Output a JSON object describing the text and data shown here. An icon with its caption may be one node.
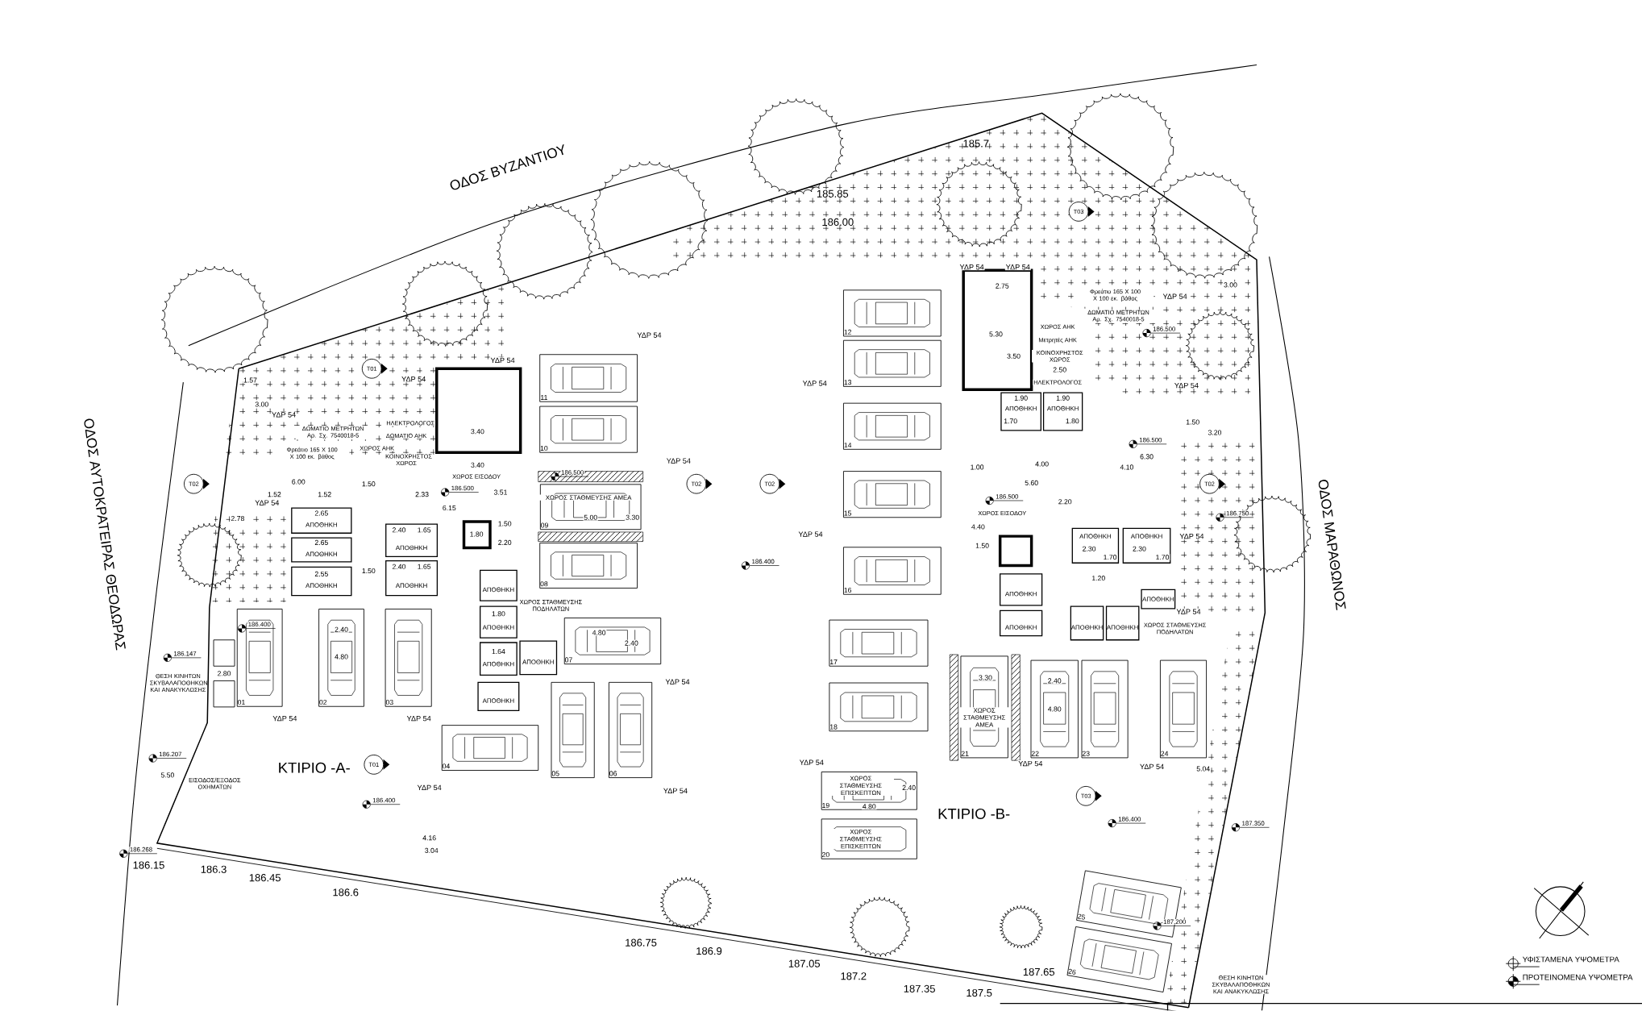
{
  "diagram": {
    "nodes": [
      {
        "text": [
          "11"
        ]
      },
      {
        "text": [
          "10"
        ]
      },
      {
        "text": [
          "ΧΩΡΟΣ ΣΤΑΘΜΕΥΣΗΣ ΑΜΕΑ",
          "09"
        ]
      },
      {
        "text": [
          "08"
        ]
      },
      {
        "text": [
          "07"
        ]
      },
      {
        "text": [
          "01"
        ]
      },
      {
        "text": [
          "02"
        ]
      },
      {
        "text": [
          "03"
        ]
      },
      {
        "text": [
          "04"
        ]
      },
      {
        "text": [
          "05"
        ]
      },
      {
        "text": [
          "06"
        ]
      },
      {
        "text": [
          "ΑΠΟΘΗΚΗ"
        ]
      },
      {
        "text": [
          "ΑΠΟΘΗΚΗ"
        ]
      },
      {
        "text": [
          "ΑΠΟΘΗΚΗ"
        ]
      },
      {
        "text": [
          "ΑΠΟΘΗΚΗ"
        ]
      },
      {
        "text": [
          "ΑΠΟΘΗΚΗ"
        ]
      },
      {
        "text": [
          "ΑΠΟΘΗΚΗ"
        ]
      },
      {
        "text": [
          "ΑΠΟΘΗΚΗ"
        ]
      },
      {
        "text": [
          "ΑΠΟΘΗΚΗ"
        ]
      },
      {
        "text": [
          "ΑΠΟΘΗΚΗ"
        ]
      },
      {
        "text": [
          "ΑΠΟΘΗΚΗ"
        ]
      },
      {
        "text": [
          "12"
        ]
      },
      {
        "text": [
          "13"
        ]
      },
      {
        "text": [
          "14"
        ]
      },
      {
        "text": [
          "15"
        ]
      },
      {
        "text": [
          "16"
        ]
      },
      {
        "text": [
          "17"
        ]
      },
      {
        "text": [
          "18"
        ]
      },
      {
        "text": [
          "ΧΩΡΟΣ ΣΤΑΘΜΕΥΣΗΣ ΕΠΙΣΚΕΠΤΩΝ",
          "19"
        ]
      },
      {
        "text": [
          "ΧΩΡΟΣ ΣΤΑΘΜΕΥΣΗΣ ΕΠΙΣΚΕΠΤΩΝ",
          "20"
        ]
      },
      {
        "text": [
          "ΧΩΡΟΣ ΣΤΑΘΜΕΥΣΗΣ ΑΜΕΑ",
          "21"
        ]
      },
      {
        "text": [
          "22"
        ]
      },
      {
        "text": [
          "23"
        ]
      },
      {
        "text": [
          "24"
        ]
      },
      {
        "text": [
          "25"
        ]
      },
      {
        "text": [
          "26"
        ]
      },
      {
        "text": [
          "ΑΠΟΘΗΚΗ"
        ]
      },
      {
        "text": [
          "ΑΠΟΘΗΚΗ"
        ]
      },
      {
        "text": [
          "ΑΠΟΘΗΚΗ"
        ]
      },
      {
        "text": [
          "ΑΠΟΘΗΚΗ"
        ]
      },
      {
        "text": [
          "ΑΠΟΘΗΚΗ"
        ]
      },
      {
        "text": [
          "ΑΠΟΘΗΚΗ"
        ]
      },
      {
        "text": [
          "ΑΠΟΘΗΚΗ"
        ]
      },
      {
        "text": [
          "ΑΠΟΘΗΚΗ"
        ]
      },
      {
        "text": [
          "ΑΠΟΘΗΚΗ"
        ]
      }
    ],
    "labels": [
      "ΟΔΟΣ ΒΥΖΑΝΤΙΟΥ",
      "185.7",
      "185.85",
      "186.00",
      "T03",
      "Φρεάτιο 165 Χ 100 Χ 100 εκ. βάθος",
      "ΔΩΜΑΤΙΟ ΜΕΤΡΗΤΩΝ Αρ. Σχ. 7540018-5",
      "ΧΩΡΟΣ ΑΗΚ",
      "Μετρητές ΑΗΚ",
      "ΚΟΙΝΟΧΡΗΣΤΟΣ ΧΩΡΟΣ",
      "ΗΛΕΚΤΡΟΛΟΓΟΣ",
      "T01",
      "ΔΩΜΑΤΙΟ ΜΕΤΡΗΤΩΝ Αρ. Σχ. 7540018-5",
      "Φρεάτιο 165 Χ 100 Χ 100 εκ. βάθος",
      "ΗΛΕΚΤΡΟΛΟΓΟΣ",
      "ΔΩΜΑΤΙΟ ΑΗΚ",
      "ΧΩΡΟΣ ΑΗΚ",
      "ΚΟΙΝΟΧΡΗΣΤΟΣ ΧΩΡΟΣ",
      "ΧΩΡΟΣ ΕΙΣΟΔΟΥ",
      "T02",
      "T02",
      "T02",
      "T02",
      "ΧΩΡΟΣ ΕΙΣΟΔΟΥ",
      "ΧΩΡΟΣ ΣΤΑΘΜΕΥΣΗΣ ΠΟΔΗΛΑΤΩΝ",
      "ΧΩΡΟΣ ΣΤΑΘΜΕΥΣΗΣ ΠΟΔΗΛΑΤΩΝ",
      "ΟΔΟΣ ΑΥΤΟΚΡΑΤΕΙΡΑΣ ΘΕΟΔΩΡΑΣ",
      "ΟΔΟΣ ΜΑΡΑΘΩΝΟΣ",
      "ΘΕΣΗ ΚΙΝΗΤΩΝ ΣΚΥΒΑΛΑΠΟΘΗΚΩΝ ΚΑΙ ΑΝΑΚΥΚΛΩΣΗΣ",
      "ΕΙΣΟΔΟΣ/ΕΞΟΔΟΣ ΟΧΗΜΑΤΩΝ",
      "ΚΤΙΡΙΟ -Α-",
      "T01",
      "ΚΤΙΡΙΟ -Β-",
      "T03",
      "ΘΕΣΗ ΚΙΝΗΤΩΝ ΣΚΥΒΑΛΑΠΟΘΗΚΩΝ ΚΑΙ ΑΝΑΚΥΚΛΩΣΗΣ",
      "186.15",
      "186.3",
      "186.45",
      "186.6",
      "186.75",
      "186.9",
      "187.05",
      "187.2",
      "187.35",
      "187.5",
      "187.65",
      "ΥΔΡ 54",
      "ΥΔΡ 54",
      "ΥΔΡ 54",
      "ΥΔΡ 54",
      "ΥΔΡ 54",
      "ΥΔΡ 54",
      "ΥΔΡ 54",
      "ΥΔΡ 54",
      "ΥΔΡ 54",
      "ΥΔΡ 54",
      "ΥΔΡ 54",
      "ΥΔΡ 54",
      "ΥΔΡ 54",
      "ΥΔΡ 54",
      "ΥΔΡ 54",
      "ΥΔΡ 54",
      "ΥΔΡ 54",
      "ΥΔΡ 54",
      "ΥΔΡ 54",
      "ΥΔΡ 54",
      "ΥΔΡ 54",
      "ΥΔΡ 54",
      "186.500",
      "186.500",
      "186.400",
      "186.147",
      "186.207",
      "186.400",
      "186.268",
      "186.400",
      "186.500",
      "186.500",
      "186.500",
      "186.750",
      "186.400",
      "187.350",
      "187.200",
      "2.75",
      "3.00",
      "5.30",
      "3.50",
      "2.50",
      "1.57",
      "3.00",
      "1.90",
      "1.90",
      "1.70",
      "1.80",
      "1.50",
      "3.40",
      "3.20",
      "6.30",
      "3.40",
      "1.00",
      "4.00",
      "4.10",
      "6.00",
      "1.50",
      "5.60",
      "1.52",
      "1.52",
      "2.33",
      "3.51",
      "2.20",
      "6.15",
      "2.78",
      "2.65",
      "5.00",
      "3.30",
      "2.40",
      "1.65",
      "1.50",
      "4.40",
      "2.65",
      "1.80",
      "2.20",
      "1.50",
      "2.30",
      "2.30",
      "1.70",
      "1.70",
      "2.55",
      "1.50",
      "2.40",
      "1.65",
      "1.20",
      "1.80",
      "2.40",
      "4.80",
      "2.40",
      "4.80",
      "1.64",
      "2.80",
      "3.30",
      "2.40",
      "4.80",
      "5.04",
      "5.50",
      "2.40",
      "4.80",
      "4.16",
      "3.04"
    ],
    "legend": [
      {
        "text": "ΥΦΙΣΤΑΜΕΝΑ ΥΨΟΜΕΤΡΑ"
      },
      {
        "text": "ΠΡΟΤΕΙΝΟΜΕΝΑ ΥΨΟΜΕΤΡΑ"
      }
    ]
  }
}
